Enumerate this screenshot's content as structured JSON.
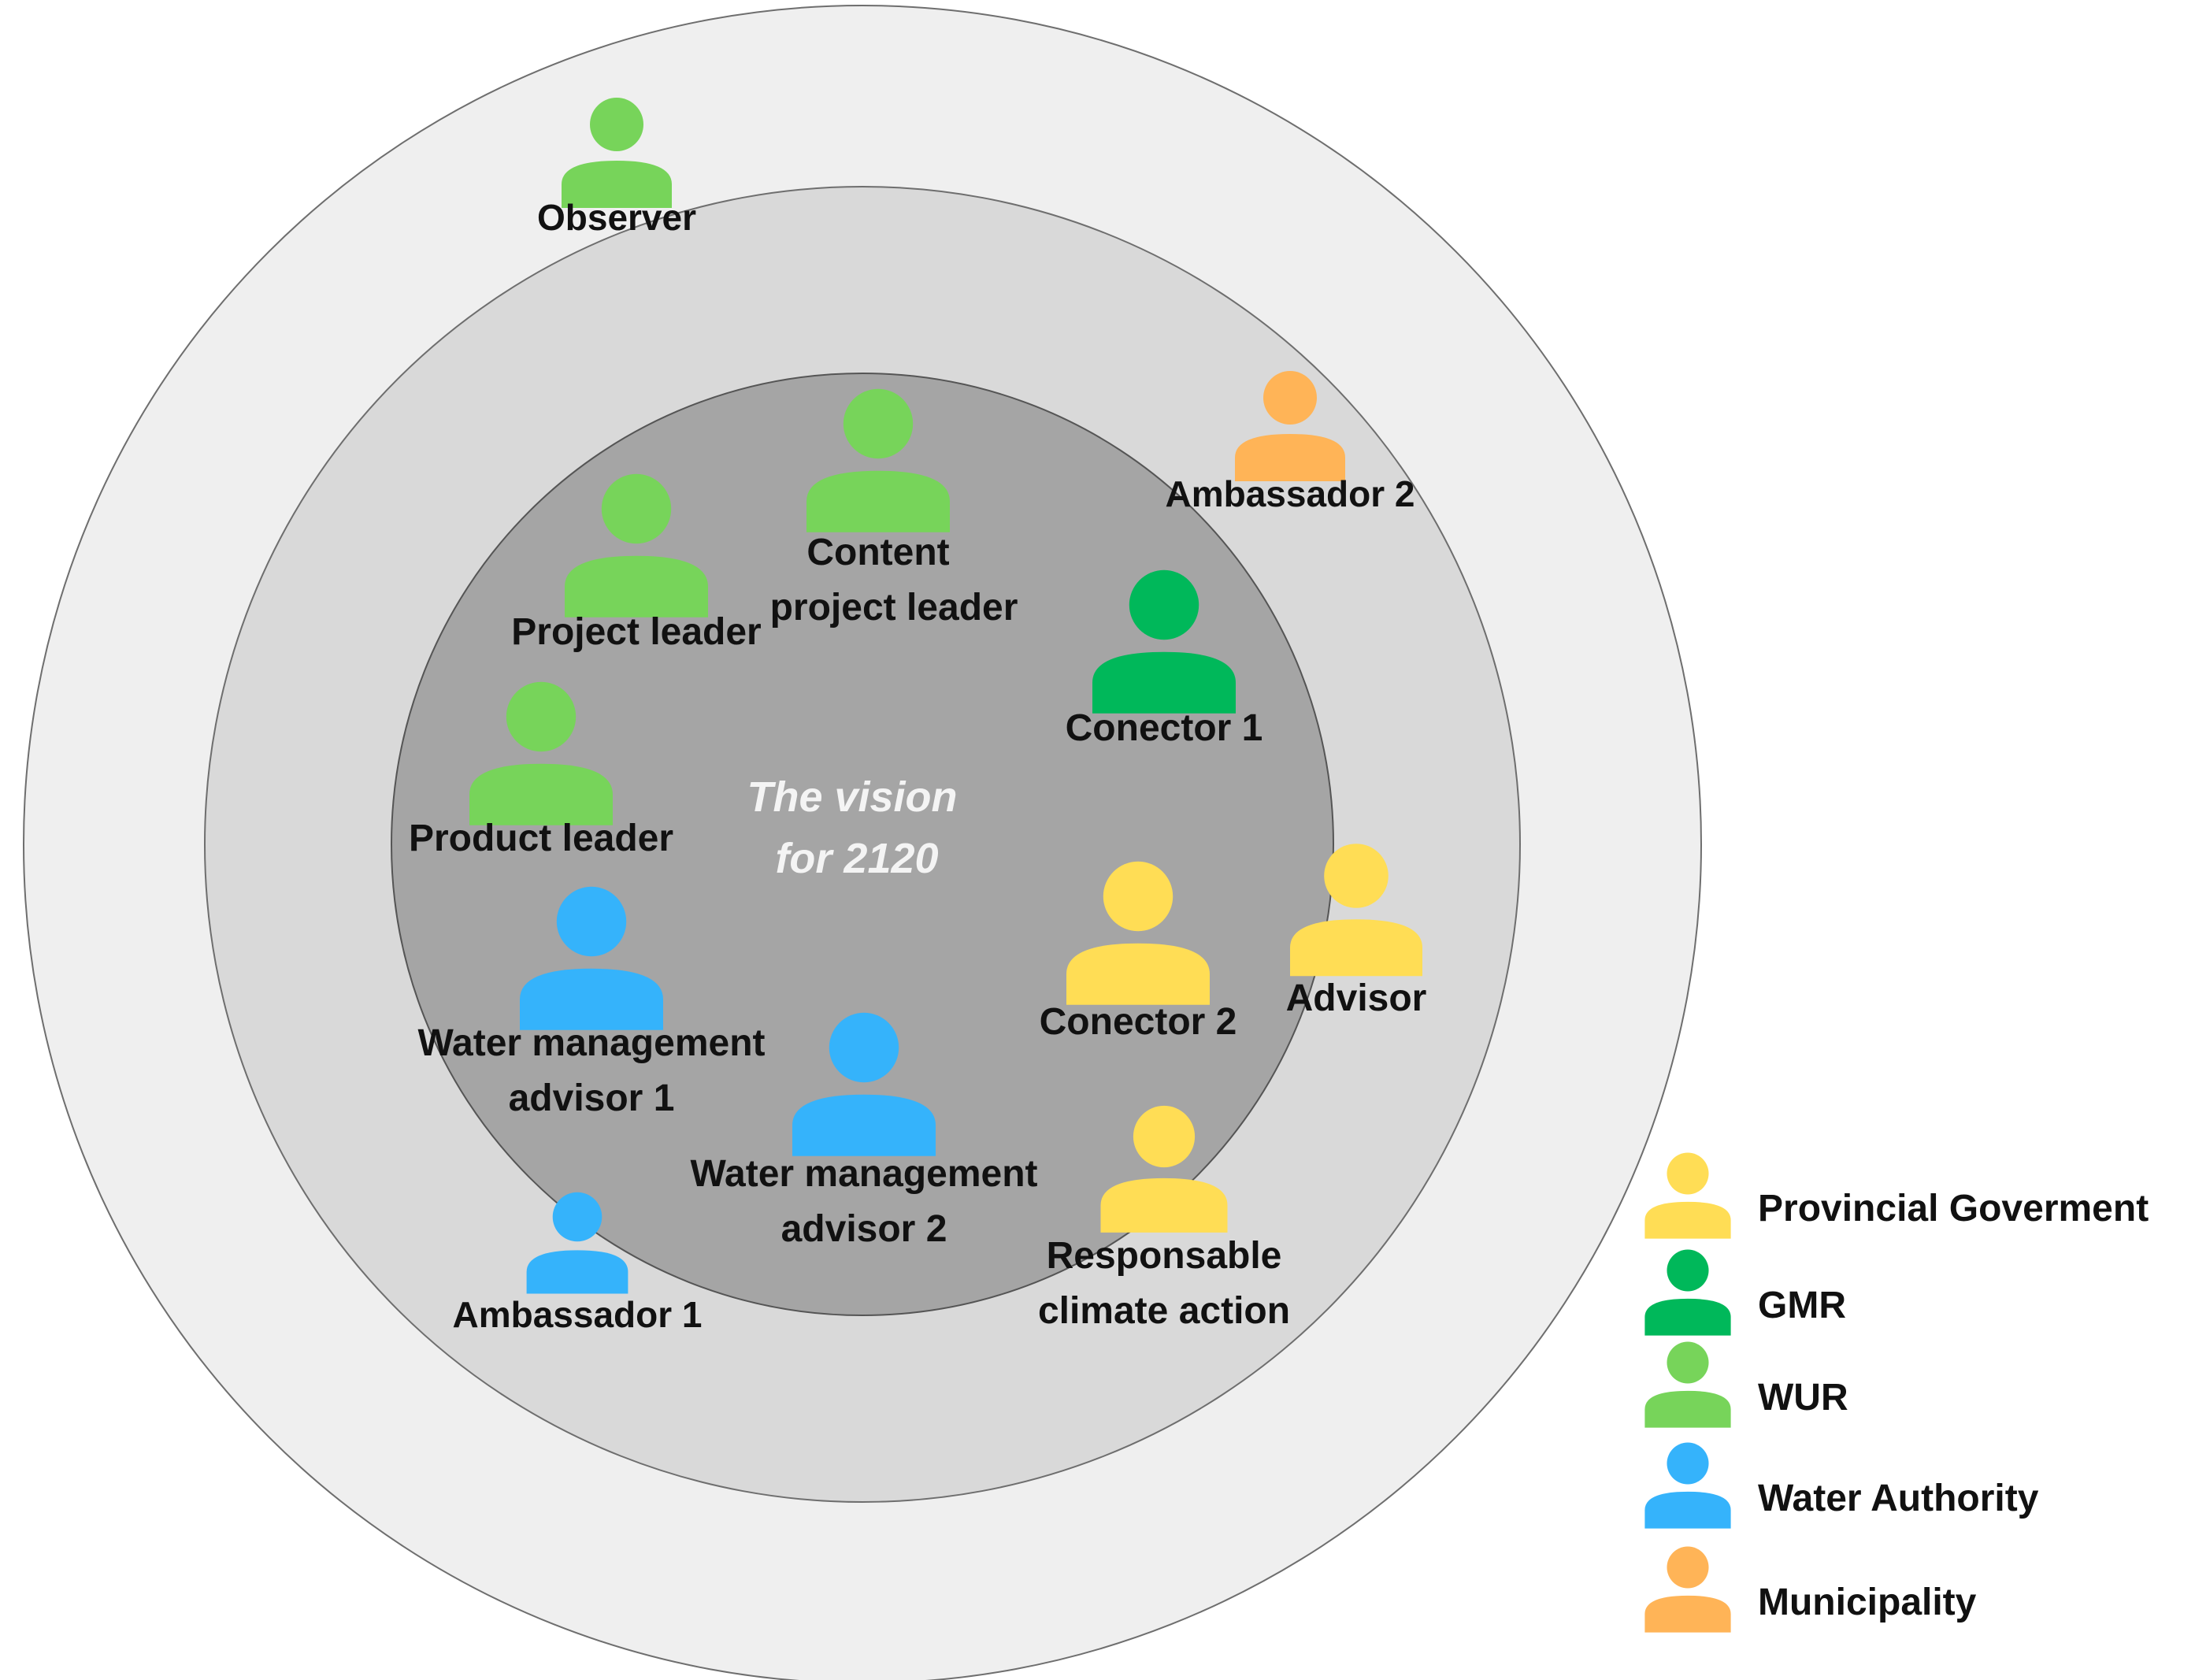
{
  "center": {
    "line1": "The vision",
    "line2": "for 2120"
  },
  "rings": {
    "outer_color": "#efefef",
    "middle_color": "#d9d9d9",
    "inner_color": "#a5a5a5"
  },
  "people": [
    {
      "id": "observer",
      "icon": "person-icon",
      "color": "#77d45a",
      "label": [
        "Observer"
      ]
    },
    {
      "id": "ambassador-2",
      "icon": "person-icon",
      "color": "#ffb457",
      "label": [
        "Ambassador 2"
      ]
    },
    {
      "id": "content-project-leader",
      "icon": "person-icon",
      "color": "#77d45a",
      "label": [
        "Content",
        "project leader"
      ]
    },
    {
      "id": "project-leader",
      "icon": "person-icon",
      "color": "#77d45a",
      "label": [
        "Project leader"
      ]
    },
    {
      "id": "conector-1",
      "icon": "person-icon",
      "color": "#00b85a",
      "label": [
        "Conector 1"
      ]
    },
    {
      "id": "product-leader",
      "icon": "person-icon",
      "color": "#77d45a",
      "label": [
        "Product leader"
      ]
    },
    {
      "id": "conector-2",
      "icon": "person-icon",
      "color": "#ffdd55",
      "label": [
        "Conector 2"
      ]
    },
    {
      "id": "advisor",
      "icon": "person-icon",
      "color": "#ffdd55",
      "label": [
        "Advisor"
      ]
    },
    {
      "id": "water-management-advisor-1",
      "icon": "person-icon",
      "color": "#35b3fb",
      "label": [
        "Water management",
        "advisor 1"
      ]
    },
    {
      "id": "water-management-advisor-2",
      "icon": "person-icon",
      "color": "#35b3fb",
      "label": [
        "Water management",
        "advisor 2"
      ]
    },
    {
      "id": "responsable-climate-action",
      "icon": "person-icon",
      "color": "#ffdd55",
      "label": [
        "Responsable",
        "climate action"
      ]
    },
    {
      "id": "ambassador-1",
      "icon": "person-icon",
      "color": "#35b3fb",
      "label": [
        "Ambassador 1"
      ]
    }
  ],
  "legend": [
    {
      "id": "provincial-goverment",
      "icon": "person-icon",
      "color": "#ffdd55",
      "label": "Provincial Goverment"
    },
    {
      "id": "gmr",
      "icon": "person-icon",
      "color": "#00b85a",
      "label": "GMR"
    },
    {
      "id": "wur",
      "icon": "person-icon",
      "color": "#77d45a",
      "label": "WUR"
    },
    {
      "id": "water-authority",
      "icon": "person-icon",
      "color": "#35b3fb",
      "label": "Water Authority"
    },
    {
      "id": "municipality",
      "icon": "person-icon",
      "color": "#ffb457",
      "label": "Municipality"
    }
  ]
}
